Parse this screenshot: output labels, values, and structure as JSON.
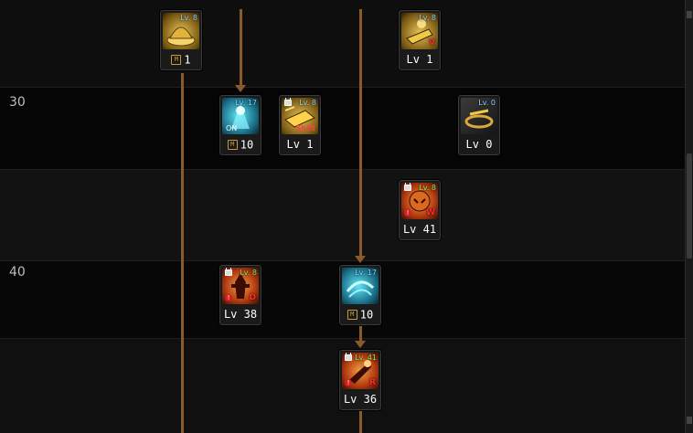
{
  "row_labels": {
    "r30": "30",
    "r40": "40"
  },
  "skills": {
    "s1": {
      "tag": "Lv. 8",
      "foot_value": "1",
      "has_m": true
    },
    "s2": {
      "tag": "Lv. 8",
      "foot_text": "Lv 1"
    },
    "s3": {
      "tag": "Lv. 17",
      "on_text": "ON",
      "foot_value": "10",
      "has_m": true
    },
    "s4": {
      "tag": "Lv. 8",
      "shift_text": "Shift",
      "foot_text": "Lv 1"
    },
    "s5": {
      "tag": "Lv. 0",
      "foot_text": "Lv 0"
    },
    "s6": {
      "tag": "Lv. 8",
      "corner": "W",
      "foot_text": "Lv 41"
    },
    "s7": {
      "tag": "Lv. 8",
      "corner": "D",
      "foot_text": "Lv 38"
    },
    "s8": {
      "tag": "Lv. 17",
      "foot_value": "10",
      "has_m": true
    },
    "s9": {
      "tag": "Lv. 41",
      "corner": "R",
      "foot_text": "Lv 36"
    },
    "s2_corner": "V"
  },
  "m_badge": "M",
  "colors": {
    "connector": "#8a5a2a",
    "accent_blue": "#8fd0ff",
    "accent_green": "#7df06a",
    "warn_red": "#ff2a2a"
  }
}
